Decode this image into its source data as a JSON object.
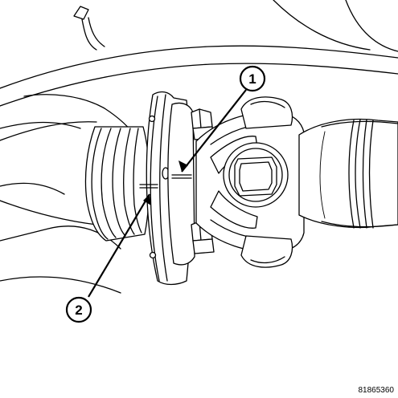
{
  "callouts": [
    {
      "label": "1"
    },
    {
      "label": "2"
    }
  ],
  "figure_id": "81865360",
  "colors": {
    "line": "#000000",
    "background": "#ffffff"
  }
}
